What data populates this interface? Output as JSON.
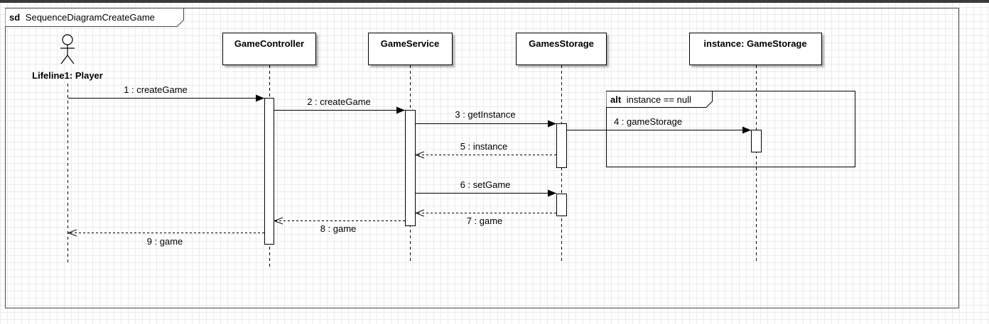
{
  "frame": {
    "keyword": "sd",
    "name": "SequenceDiagramCreateGame"
  },
  "actor": {
    "label": "Lifeline1: Player"
  },
  "lifelines": [
    {
      "label": "GameController"
    },
    {
      "label": "GameService"
    },
    {
      "label": "GamesStorage"
    },
    {
      "label": "instance: GameStorage"
    }
  ],
  "fragment": {
    "operator": "alt",
    "guard": "instance == null"
  },
  "messages": [
    {
      "label": "1 : createGame"
    },
    {
      "label": "2 : createGame"
    },
    {
      "label": "3 : getInstance"
    },
    {
      "label": "4 : gameStorage"
    },
    {
      "label": "5 : instance"
    },
    {
      "label": "6 : setGame"
    },
    {
      "label": "7 : game"
    },
    {
      "label": "8 : game"
    },
    {
      "label": "9 : game"
    }
  ]
}
